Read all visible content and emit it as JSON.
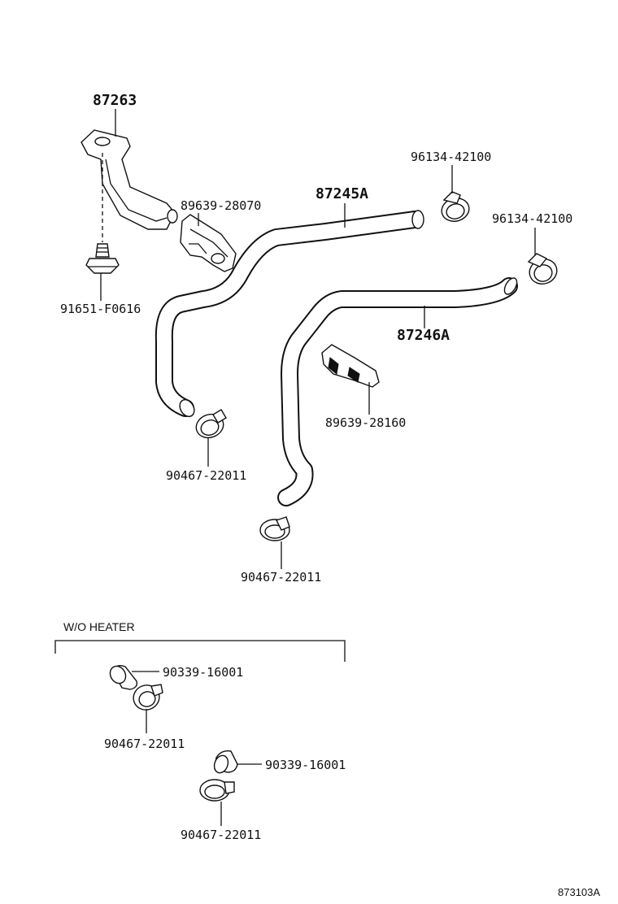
{
  "labels": {
    "bracket": "87263",
    "hose_left": "87245A",
    "hose_right": "87246A",
    "clip_left": "89639-28070",
    "clip_right": "89639-28160",
    "clamp_top": "96134-42100",
    "clamp_top_right": "96134-42100",
    "bolt": "91651-F0616",
    "clamp_mid": "90467-22011",
    "clamp_low": "90467-22011",
    "cap_1": "90339-16001",
    "clamp_heater_1": "90467-22011",
    "cap_2": "90339-16001",
    "clamp_heater_2": "90467-22011"
  },
  "section": {
    "title": "W/O HEATER"
  },
  "diagram_code": "873103A"
}
